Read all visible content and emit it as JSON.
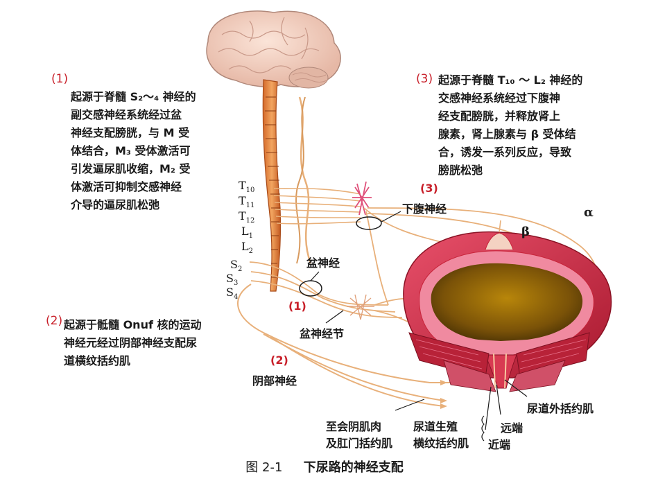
{
  "annotations": {
    "n1": {
      "marker": "(1)",
      "lines": [
        "起源于脊髓 S₂～₄ 神经的",
        "副交感神经系统经过盆",
        "神经支配膀胱，与 M 受",
        "体结合，M₃ 受体激活可",
        "引发逼尿肌收缩，M₂ 受",
        "体激活可抑制交感神经",
        "介导的逼尿肌松弛"
      ]
    },
    "n2": {
      "marker": "(2)",
      "lines": [
        "起源于骶髓 Onuf 核的运动",
        "神经元经过阴部神经支配尿",
        "道横纹括约肌"
      ]
    },
    "n3": {
      "marker": "(3)",
      "lines": [
        "起源于脊髓 T₁₀ ～ L₂ 神经的",
        "交感神经系统经过下腹神",
        "经支配膀胱，并释放肾上",
        "腺素，肾上腺素与 β 受体结",
        "合，诱发一系列反应，导致",
        "膀胱松弛"
      ]
    }
  },
  "segments": {
    "t10": [
      "T",
      "10"
    ],
    "t11": [
      "T",
      "11"
    ],
    "t12": [
      "T",
      "12"
    ],
    "l1": [
      "L",
      "1"
    ],
    "l2": [
      "L",
      "2"
    ],
    "s2": [
      "S",
      "2"
    ],
    "s3": [
      "S",
      "3"
    ],
    "s4": [
      "S",
      "4"
    ]
  },
  "labels": {
    "hypogastric_marker": "(3)",
    "hypogastric": "下腹神经",
    "pelvic_nerve": "盆神经",
    "pelvic_marker": "(1)",
    "pelvic_ganglion": "盆神经节",
    "pudendal_marker": "(2)",
    "pudendal": "阴部神经",
    "alpha": "α",
    "beta": "β",
    "external_sphincter": "尿道外括约肌",
    "distal": "远端",
    "proximal": "近端",
    "perineal": [
      "至会阴肌肉",
      "及肛门括约肌"
    ],
    "urogenital": [
      "尿道生殖",
      "横纹括约肌"
    ]
  },
  "caption": {
    "figure": "图 2-1",
    "title": "下尿路的神经支配"
  },
  "colors": {
    "marker_red": "#c8202a",
    "muscle": "#c8243a",
    "nerve": "#e8b07a"
  }
}
